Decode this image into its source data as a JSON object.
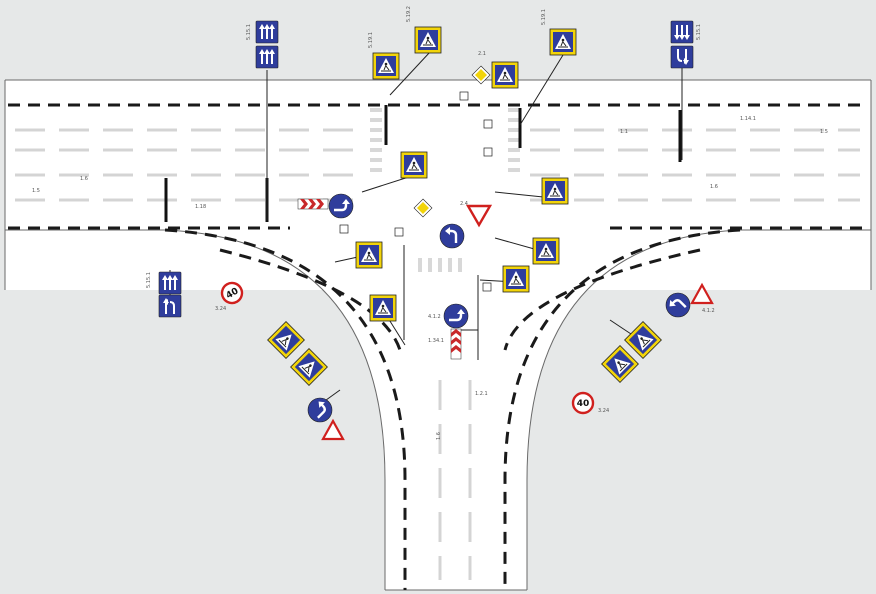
{
  "speed_limits": {
    "left": "40",
    "right": "40"
  },
  "sign_codes": {
    "crossing": "5.19.1",
    "crossing_alt": "5.19.2",
    "lane_dir": "5.15.1",
    "main_road": "2.1",
    "give_way": "2.4",
    "turn": "4.1.2",
    "chevron": "1.34.1",
    "speed": "3.24"
  },
  "marking_codes": [
    "1.5",
    "1.6",
    "1.1",
    "1.18",
    "1.14.1",
    "1.2.1"
  ],
  "colors": {
    "background": "#e6e8e8",
    "road": "#ffffff",
    "sign_blue": "#2f3d9c",
    "sign_yellow": "#f2d40a",
    "chevron_red": "#c8282a",
    "prohibit_red": "#d0201e",
    "marking": "#1a1a1a"
  }
}
